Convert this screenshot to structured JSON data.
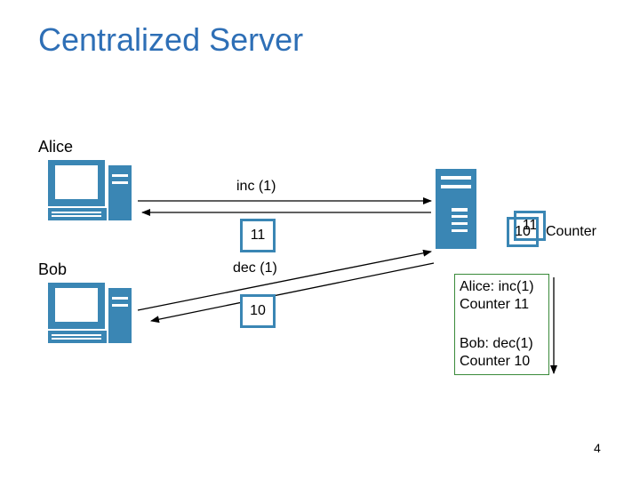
{
  "title": "Centralized Server",
  "clients": [
    {
      "label": "Alice"
    },
    {
      "label": "Bob"
    }
  ],
  "messages": {
    "alice_request": "inc (1)",
    "alice_reply": "11",
    "bob_request": "dec (1)",
    "bob_reply": "10"
  },
  "server": {
    "counter_value_old": "10",
    "counter_value_new": "11",
    "counter_label": "Counter"
  },
  "log": [
    "Alice: inc(1)",
    "Counter 11",
    "Bob: dec(1)",
    "Counter 10"
  ],
  "page_number": "4",
  "colors": {
    "title": "#2e6fb6",
    "computer": "#3a86b4",
    "log_border": "#3a8a3a"
  },
  "icons": [
    "computer-icon",
    "server-icon"
  ]
}
